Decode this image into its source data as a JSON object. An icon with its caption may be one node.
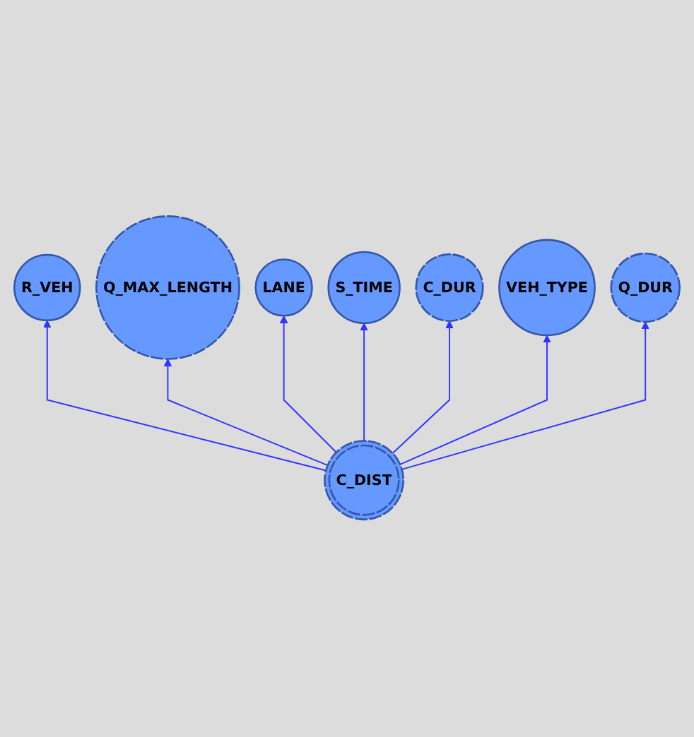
{
  "diagram": {
    "nodes": [
      {
        "text": [
          "S_TIME"
        ]
      },
      {
        "text": [
          "VEH_TYPE"
        ]
      },
      {
        "text": [
          "C_DUR"
        ]
      },
      {
        "text": [
          "LANE"
        ]
      },
      {
        "text": [
          "Q_DUR"
        ]
      },
      {
        "text": [
          "Q_MAX_LENGTH"
        ]
      },
      {
        "text": [
          "R_VEH"
        ]
      },
      {
        "text": [
          "C_DIST"
        ]
      }
    ],
    "edges": [
      {
        "from": 7,
        "to": 6,
        "arrow": "to"
      },
      {
        "from": 7,
        "to": 5,
        "arrow": "to"
      },
      {
        "from": 7,
        "to": 3,
        "arrow": "to"
      },
      {
        "from": 7,
        "to": 0,
        "arrow": "to"
      },
      {
        "from": 7,
        "to": 2,
        "arrow": "to"
      },
      {
        "from": 7,
        "to": 1,
        "arrow": "to"
      },
      {
        "from": 7,
        "to": 4,
        "arrow": "to"
      }
    ]
  }
}
